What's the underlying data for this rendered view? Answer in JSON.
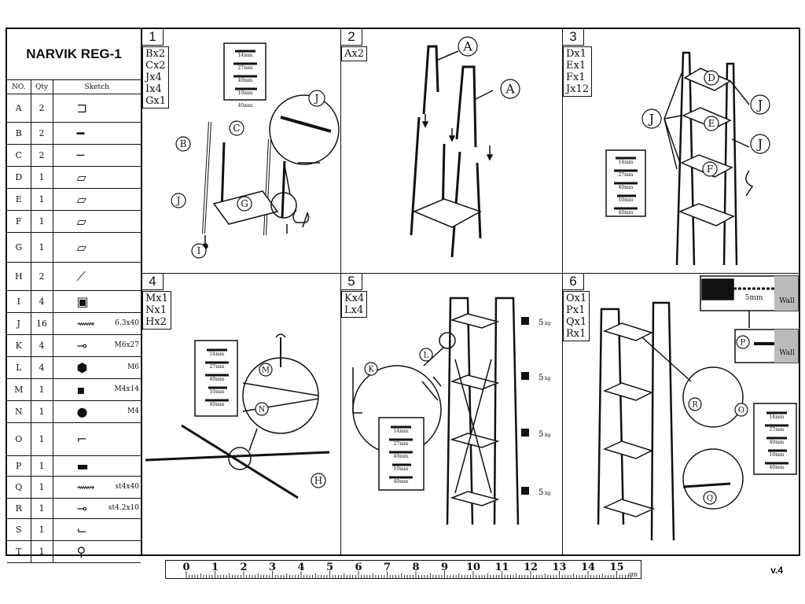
{
  "title": "NARVIK REG-1",
  "parts_headers": [
    "NO.",
    "Qty",
    "Sketch"
  ],
  "parts": [
    {
      "no": "A",
      "qty": "2",
      "spec": "",
      "icon": "l-frame-icon"
    },
    {
      "no": "B",
      "qty": "2",
      "spec": "",
      "icon": "long-bar-icon"
    },
    {
      "no": "C",
      "qty": "2",
      "spec": "",
      "icon": "bar-icon"
    },
    {
      "no": "D",
      "qty": "1",
      "spec": "",
      "icon": "shelf-board-icon"
    },
    {
      "no": "E",
      "qty": "1",
      "spec": "",
      "icon": "shelf-board-icon"
    },
    {
      "no": "F",
      "qty": "1",
      "spec": "",
      "icon": "shelf-board-icon"
    },
    {
      "no": "G",
      "qty": "1",
      "spec": "",
      "icon": "shelf-board-icon"
    },
    {
      "no": "H",
      "qty": "2",
      "spec": "",
      "icon": "cross-rod-icon"
    },
    {
      "no": "I",
      "qty": "4",
      "spec": "",
      "icon": "foot-cap-icon"
    },
    {
      "no": "J",
      "qty": "16",
      "spec": "6.3x40",
      "icon": "screw-icon"
    },
    {
      "no": "K",
      "qty": "4",
      "spec": "M6x27",
      "icon": "bolt-icon"
    },
    {
      "no": "L",
      "qty": "4",
      "spec": "M6",
      "icon": "nut-icon"
    },
    {
      "no": "M",
      "qty": "1",
      "spec": "M4x14",
      "icon": "small-bolt-icon"
    },
    {
      "no": "N",
      "qty": "1",
      "spec": "M4",
      "icon": "small-nut-icon"
    },
    {
      "no": "O",
      "qty": "1",
      "spec": "",
      "icon": "angle-bracket-icon"
    },
    {
      "no": "P",
      "qty": "1",
      "spec": "",
      "icon": "wall-plug-icon"
    },
    {
      "no": "Q",
      "qty": "1",
      "spec": "st4x40",
      "icon": "wood-screw-icon"
    },
    {
      "no": "R",
      "qty": "1",
      "spec": "st4.2x10",
      "icon": "short-screw-icon"
    },
    {
      "no": "S",
      "qty": "1",
      "spec": "",
      "icon": "allen-key-icon"
    },
    {
      "no": "T",
      "qty": "1",
      "spec": "",
      "icon": "wrench-icon"
    }
  ],
  "steps": [
    {
      "number": "1",
      "items": [
        "Bx2",
        "Cx2",
        "Jx4",
        "Ix4",
        "Gx1"
      ]
    },
    {
      "number": "2",
      "items": [
        "Ax2"
      ]
    },
    {
      "number": "3",
      "items": [
        "Dx1",
        "Ex1",
        "Fx1",
        "Jx12"
      ]
    },
    {
      "number": "4",
      "items": [
        "Mx1",
        "Nx1",
        "Hx2"
      ]
    },
    {
      "number": "5",
      "items": [
        "Kx4",
        "Lx4"
      ]
    },
    {
      "number": "6",
      "items": [
        "Ox1",
        "Px1",
        "Qx1",
        "Rx1"
      ]
    }
  ],
  "screw_guide": {
    "sizes": [
      "14mm",
      "27mm",
      "40mm",
      "10mm",
      "40mm"
    ]
  },
  "callouts": {
    "step1": [
      "B",
      "C",
      "J",
      "G",
      "I",
      "J"
    ],
    "step2": [
      "A",
      "A"
    ],
    "step3": [
      "D",
      "E",
      "F",
      "J",
      "J",
      "J"
    ],
    "step4": [
      "M",
      "N",
      "H"
    ],
    "step5": [
      "K",
      "L"
    ],
    "step6": [
      "P",
      "R",
      "O",
      "Q"
    ]
  },
  "weight_label": "5",
  "weight_unit": "kg",
  "drill": {
    "size": "5mm",
    "label": "Wall"
  },
  "ruler": {
    "numbers": [
      "0",
      "1",
      "2",
      "3",
      "4",
      "5",
      "6",
      "7",
      "8",
      "9",
      "10",
      "11",
      "12",
      "13",
      "14",
      "15"
    ],
    "unit": "cm"
  },
  "version": "v.4"
}
